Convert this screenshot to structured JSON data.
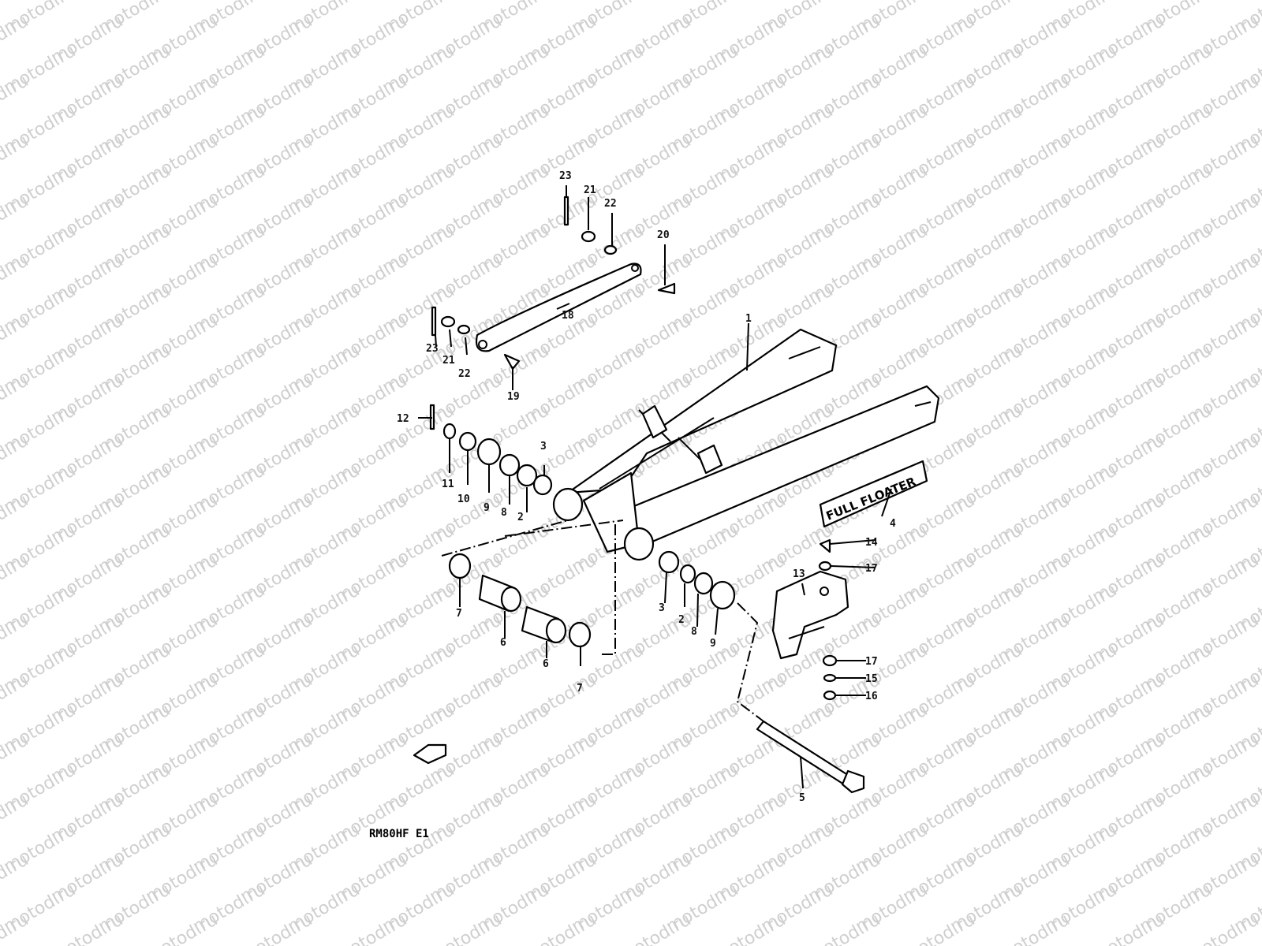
{
  "diagram": {
    "watermark_text": "motod.ru",
    "model_code": "RM80HF E1",
    "emblem_text": "FULL FLOATER",
    "part_labels": [
      "1",
      "2",
      "3",
      "4",
      "5",
      "6",
      "7",
      "8",
      "9",
      "10",
      "11",
      "12",
      "13",
      "14",
      "15",
      "16",
      "17",
      "18",
      "19",
      "20",
      "21",
      "22",
      "23",
      "3",
      "2",
      "8",
      "9",
      "6",
      "7",
      "17",
      "21",
      "22",
      "23"
    ]
  }
}
